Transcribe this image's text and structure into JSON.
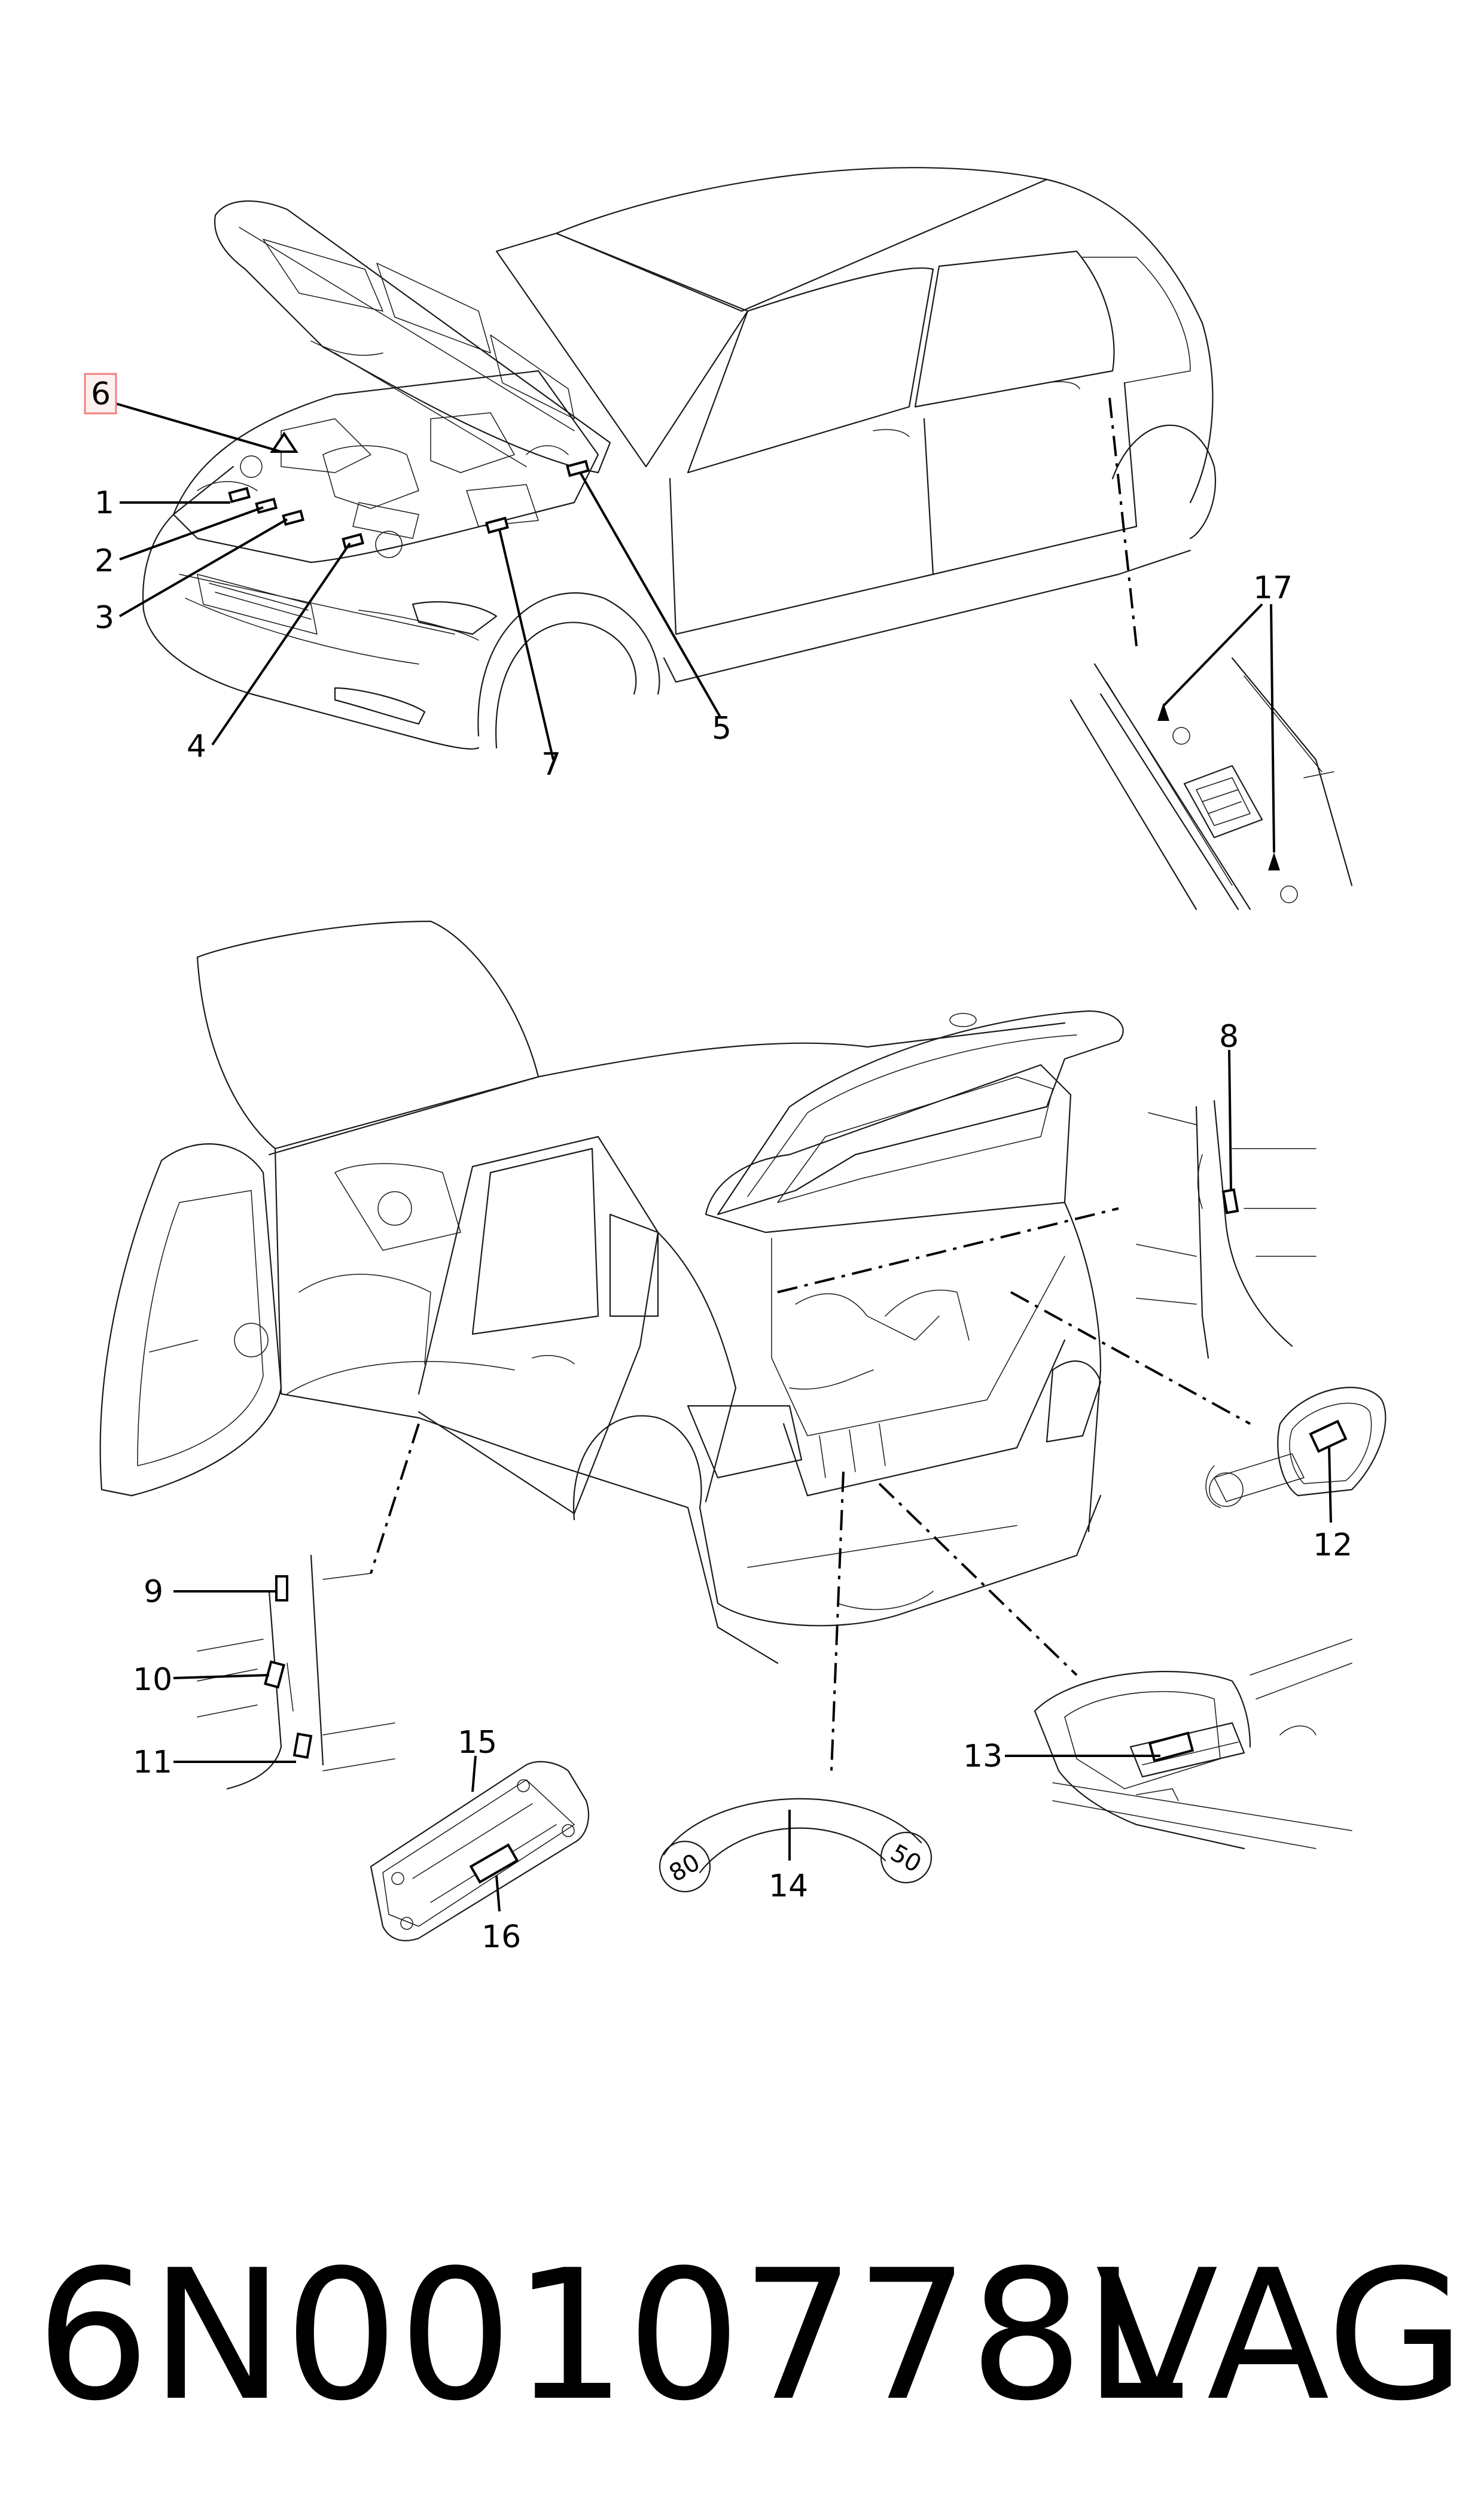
{
  "callouts": {
    "c1": "1",
    "c2": "2",
    "c3": "3",
    "c4": "4",
    "c5": "5",
    "c6": "6",
    "c7": "7",
    "c8": "8",
    "c9": "9",
    "c10": "10",
    "c11": "11",
    "c12": "12",
    "c13": "13",
    "c14": "14",
    "c15": "15",
    "c16": "16",
    "c17": "17"
  },
  "highlighted_callout": "6",
  "highlight_color": "#f08080",
  "gauge": {
    "left_value": "80",
    "right_value": "50"
  },
  "footer": {
    "part_number": "6N0010778L",
    "brand": "VAG"
  }
}
